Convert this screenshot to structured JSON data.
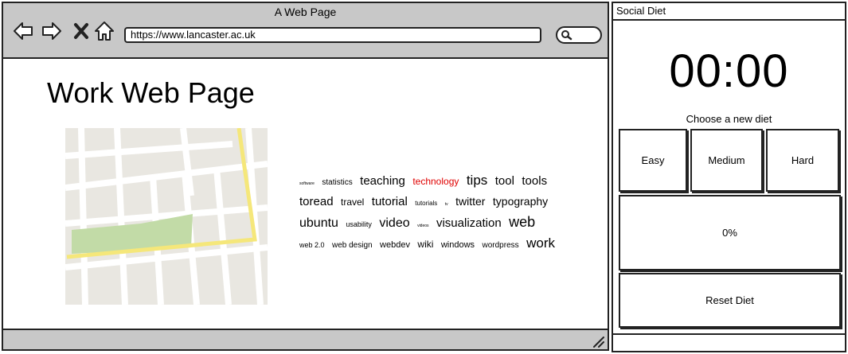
{
  "browser": {
    "window_title": "A Web Page",
    "url": "https://www.lancaster.ac.uk",
    "nav_icons": [
      "back-arrow-icon",
      "forward-arrow-icon",
      "close-x-icon",
      "home-icon"
    ]
  },
  "page": {
    "title": "Work Web Page",
    "tag_cloud": [
      {
        "text": "software",
        "size": 5
      },
      {
        "text": "statistics",
        "size": 10
      },
      {
        "text": "teaching",
        "size": 15
      },
      {
        "text": "technology",
        "size": 12,
        "color": "#e00000"
      },
      {
        "text": "tips",
        "size": 17
      },
      {
        "text": "tool",
        "size": 15
      },
      {
        "text": "tools",
        "size": 15
      },
      {
        "text": "toread",
        "size": 15
      },
      {
        "text": "travel",
        "size": 12
      },
      {
        "text": "tutorial",
        "size": 15
      },
      {
        "text": "tutorials",
        "size": 8
      },
      {
        "text": "tv",
        "size": 5
      },
      {
        "text": "twitter",
        "size": 14
      },
      {
        "text": "typography",
        "size": 14
      },
      {
        "text": "ubuntu",
        "size": 16
      },
      {
        "text": "usability",
        "size": 9
      },
      {
        "text": "video",
        "size": 16
      },
      {
        "text": "videos",
        "size": 5
      },
      {
        "text": "visualization",
        "size": 15
      },
      {
        "text": "web",
        "size": 18
      },
      {
        "text": "web 2.0",
        "size": 9
      },
      {
        "text": "web design",
        "size": 10
      },
      {
        "text": "webdev",
        "size": 11
      },
      {
        "text": "wiki",
        "size": 12
      },
      {
        "text": "windows",
        "size": 11
      },
      {
        "text": "wordpress",
        "size": 10
      },
      {
        "text": "work",
        "size": 17
      }
    ]
  },
  "panel": {
    "title": "Social Diet",
    "timer": "00:00",
    "choose_label": "Choose a new diet",
    "diet_buttons": [
      "Easy",
      "Medium",
      "Hard"
    ],
    "progress": "0%",
    "reset_label": "Reset Diet"
  }
}
